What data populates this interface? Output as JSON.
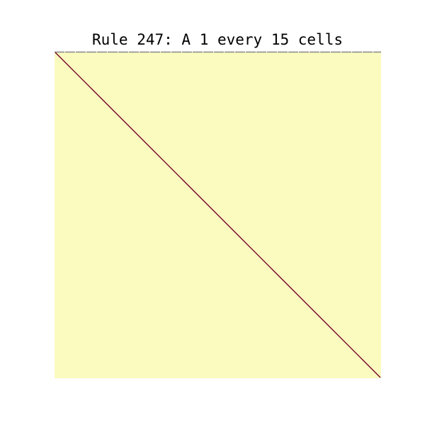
{
  "title": "Rule 247: A 1 every 15 cells",
  "colors": {
    "background": "#fbfbc0",
    "line": "#7a0d2e",
    "top_band": "#888888",
    "page": "#ffffff"
  },
  "visualization": {
    "type": "cellular-automaton-grid",
    "pattern": "diagonal line from top-left to bottom-right",
    "top_band": "thin gray band along top edge"
  }
}
